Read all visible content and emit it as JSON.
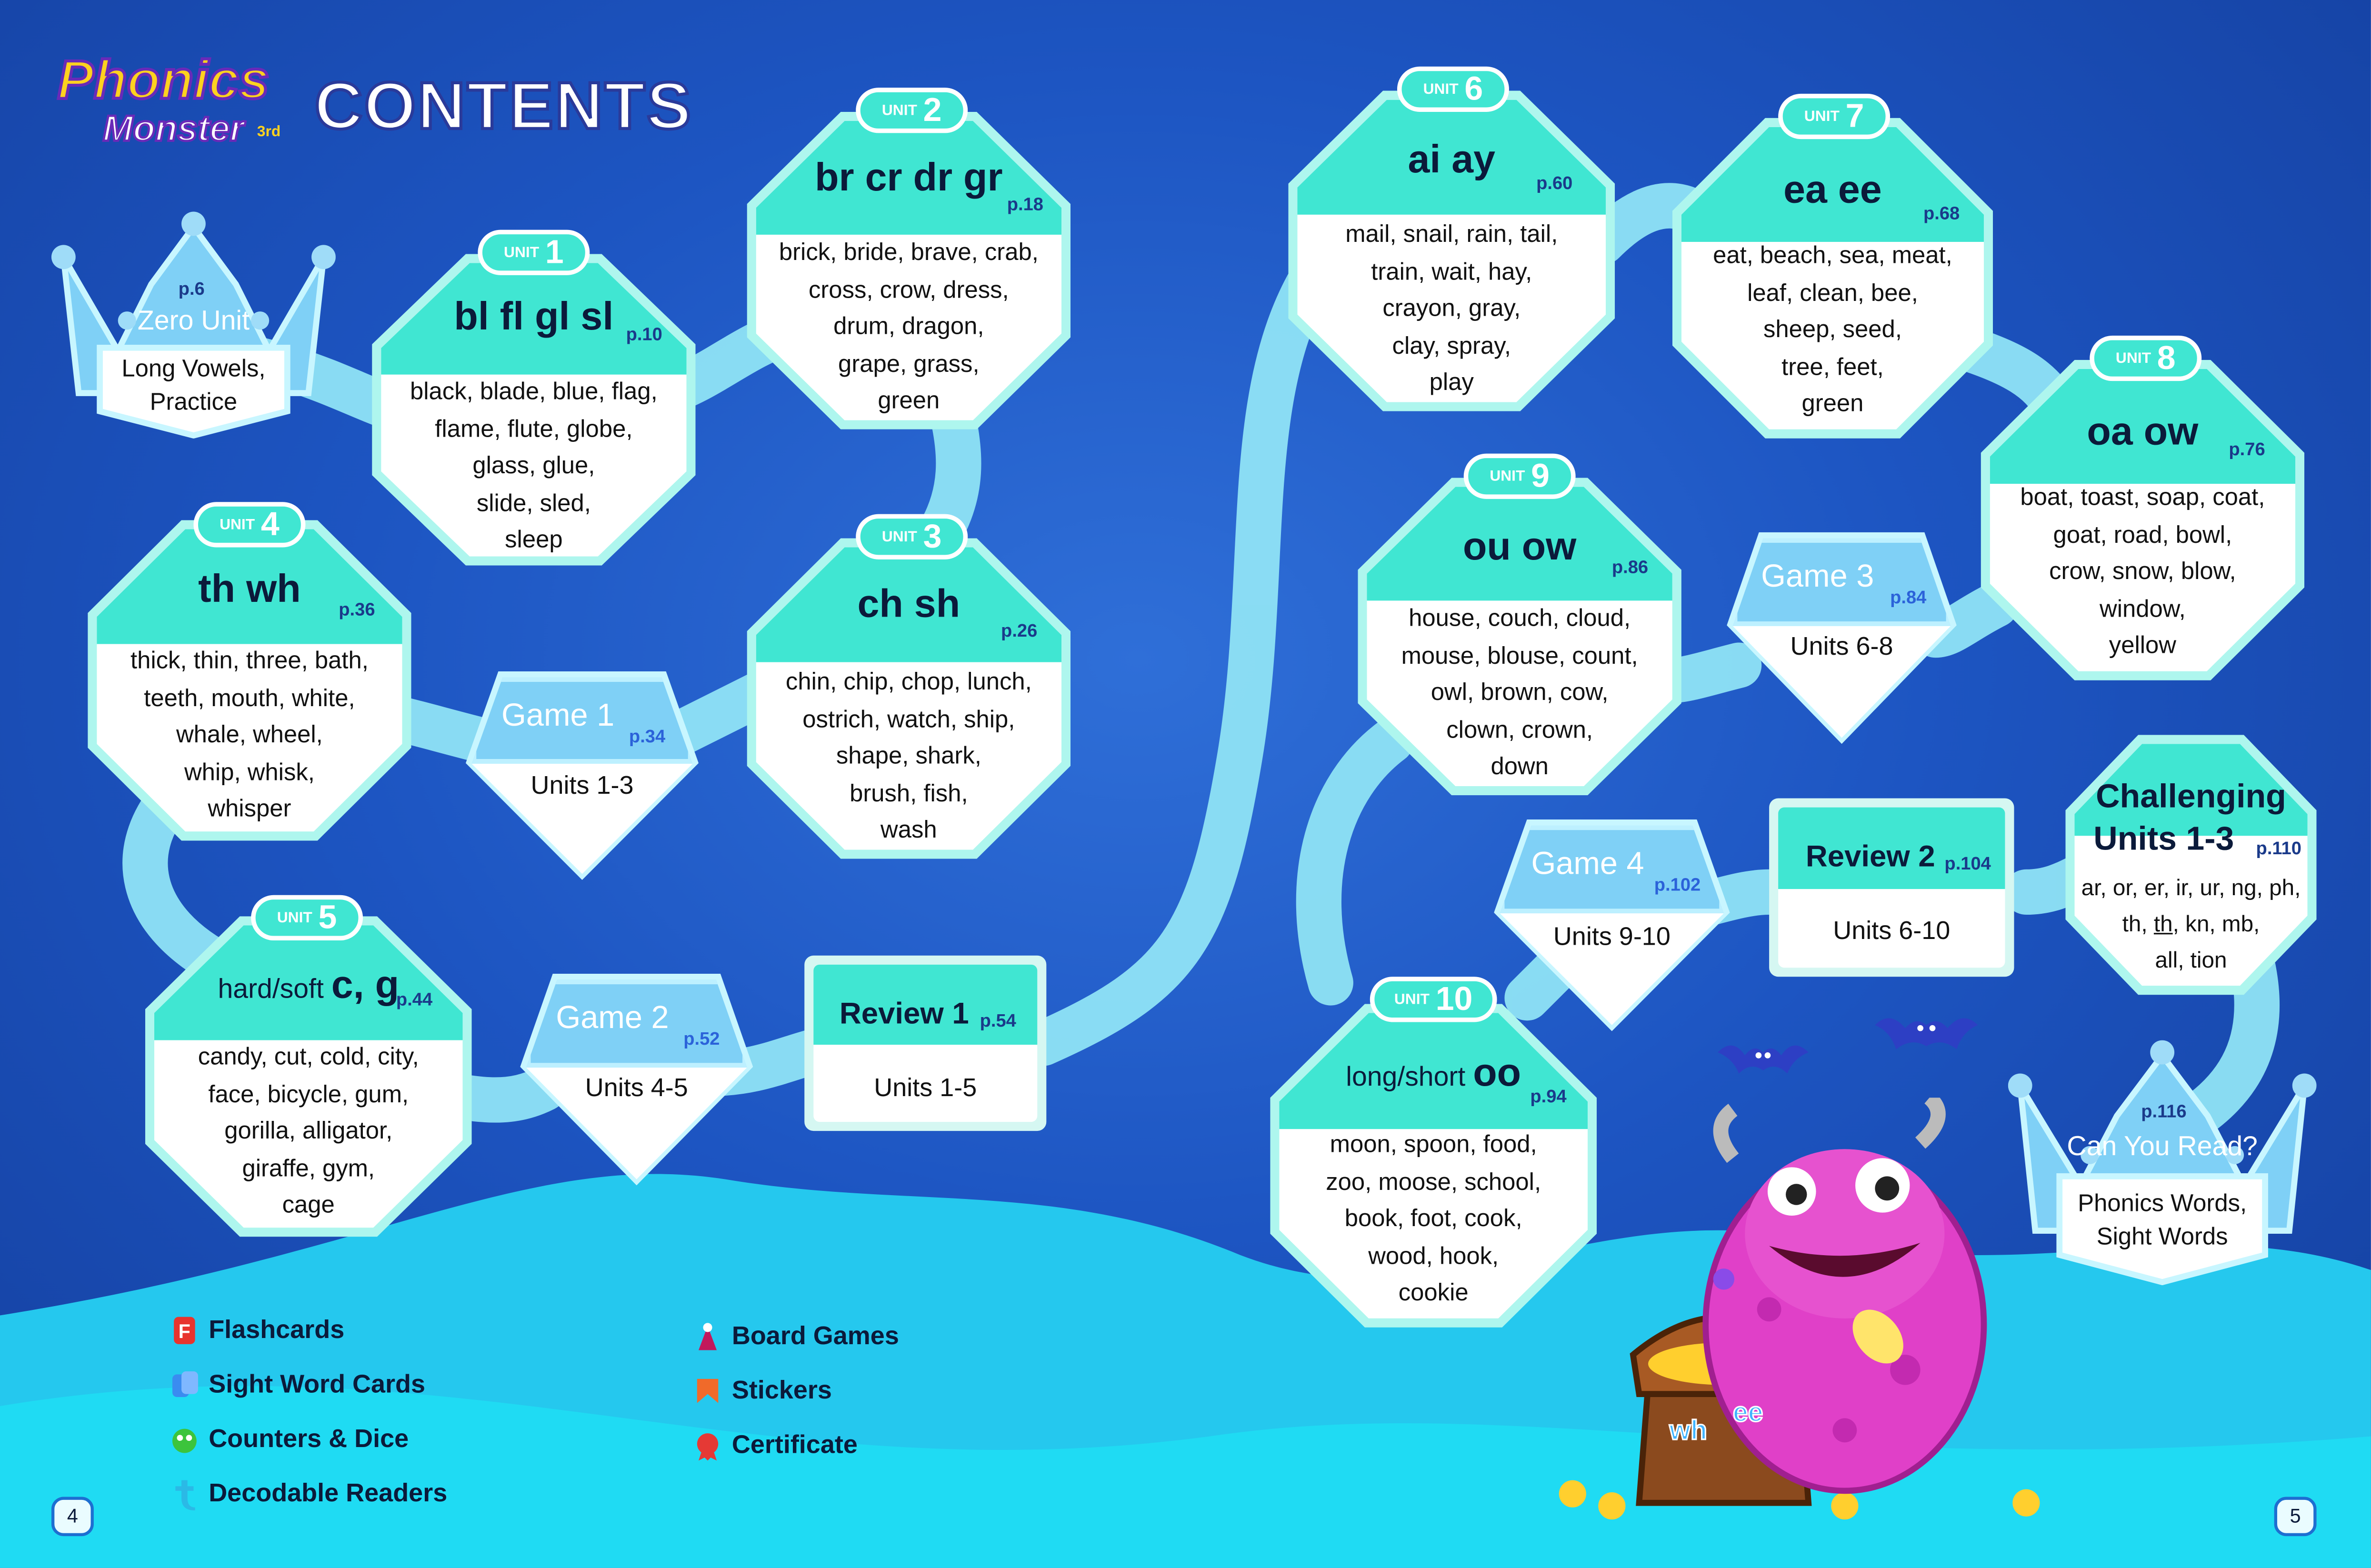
{
  "header": {
    "brand_line1": "Phonics",
    "brand_line2": "Monster",
    "edition": "3rd",
    "title": "CONTENTS"
  },
  "zero_unit": {
    "page": "p.6",
    "title": "Zero Unit",
    "line1": "Long Vowels,",
    "line2": "Practice"
  },
  "can_you_read": {
    "page": "p.116",
    "title": "Can You Read?",
    "line1": "Phonics Words,",
    "line2": "Sight Words"
  },
  "units": [
    {
      "unit_label": "UNIT",
      "number": "1",
      "title": "bl fl gl sl",
      "page": "p.10",
      "words": [
        "black, blade, blue, flag,",
        "flame, flute, globe,",
        "glass, glue,",
        "slide, sled,",
        "sleep"
      ]
    },
    {
      "unit_label": "UNIT",
      "number": "2",
      "title": "br cr dr gr",
      "page": "p.18",
      "words": [
        "brick, bride, brave, crab,",
        "cross, crow, dress,",
        "drum, dragon,",
        "grape, grass,",
        "green"
      ]
    },
    {
      "unit_label": "UNIT",
      "number": "3",
      "title": "ch sh",
      "page": "p.26",
      "words": [
        "chin, chip, chop, lunch,",
        "ostrich, watch, ship,",
        "shape, shark,",
        "brush, fish,",
        "wash"
      ]
    },
    {
      "unit_label": "UNIT",
      "number": "4",
      "title": "th wh",
      "page": "p.36",
      "words": [
        "thick, thin, three, bath,",
        "teeth, mouth, white,",
        "whale, wheel,",
        "whip, whisk,",
        "whisper"
      ]
    },
    {
      "unit_label": "UNIT",
      "number": "5",
      "title_prefix": "hard/soft",
      "title": "c, g",
      "page": "p.44",
      "words": [
        "candy, cut, cold, city,",
        "face, bicycle, gum,",
        "gorilla, alligator,",
        "giraffe, gym,",
        "cage"
      ]
    },
    {
      "unit_label": "UNIT",
      "number": "6",
      "title": "ai ay",
      "page": "p.60",
      "words": [
        "mail, snail, rain, tail,",
        "train, wait, hay,",
        "crayon, gray,",
        "clay, spray,",
        "play"
      ]
    },
    {
      "unit_label": "UNIT",
      "number": "7",
      "title": "ea ee",
      "page": "p.68",
      "words": [
        "eat, beach, sea, meat,",
        "leaf, clean, bee,",
        "sheep, seed,",
        "tree, feet,",
        "green"
      ]
    },
    {
      "unit_label": "UNIT",
      "number": "8",
      "title": "oa ow",
      "page": "p.76",
      "words": [
        "boat, toast, soap, coat,",
        "goat, road, bowl,",
        "crow, snow, blow,",
        "window,",
        "yellow"
      ]
    },
    {
      "unit_label": "UNIT",
      "number": "9",
      "title": "ou ow",
      "page": "p.86",
      "words": [
        "house, couch, cloud,",
        "mouse, blouse, count,",
        "owl, brown, cow,",
        "clown, crown,",
        "down"
      ]
    },
    {
      "unit_label": "UNIT",
      "number": "10",
      "title_prefix": "long/short",
      "title": "oo",
      "page": "p.94",
      "words": [
        "moon, spoon, food,",
        "zoo, moose, school,",
        "book, foot, cook,",
        "wood, hook,",
        "cookie"
      ]
    }
  ],
  "games": [
    {
      "title": "Game 1",
      "page": "p.34",
      "sub": "Units 1-3"
    },
    {
      "title": "Game 2",
      "page": "p.52",
      "sub": "Units 4-5"
    },
    {
      "title": "Game 3",
      "page": "p.84",
      "sub": "Units 6-8"
    },
    {
      "title": "Game 4",
      "page": "p.102",
      "sub": "Units 9-10"
    }
  ],
  "reviews": [
    {
      "title": "Review 1",
      "page": "p.54",
      "sub": "Units 1-5"
    },
    {
      "title": "Review 2",
      "page": "p.104",
      "sub": "Units 6-10"
    }
  ],
  "challenging": {
    "title_line1": "Challenging",
    "title_line2": "Units 1-3",
    "page": "p.110",
    "line1": "ar, or, er, ir, ur, ng, ph,",
    "line2_a": "th, ",
    "line2_u": "th",
    "line2_b": ", kn, mb,",
    "line3": "all, tion"
  },
  "legend_left": [
    {
      "label": "Flashcards",
      "icon": "flashcards-icon",
      "color": "#e8342e"
    },
    {
      "label": "Sight Word Cards",
      "icon": "sight-word-cards-icon",
      "color": "#3a8cf0"
    },
    {
      "label": "Counters & Dice",
      "icon": "counters-dice-icon",
      "color": "#3cc43c"
    },
    {
      "label": "Decodable Readers",
      "icon": "decodable-readers-icon",
      "color": "#2bb9e6"
    }
  ],
  "legend_right": [
    {
      "label": "Board Games",
      "icon": "board-games-icon",
      "color": "#c2185b"
    },
    {
      "label": "Stickers",
      "icon": "stickers-icon",
      "color": "#f06a2a"
    },
    {
      "label": "Certificate",
      "icon": "certificate-icon",
      "color": "#e53935"
    }
  ],
  "page_numbers": {
    "left": "4",
    "right": "5"
  },
  "illustration": {
    "chest_letters_1": "wh",
    "chest_letters_2": "ee"
  },
  "colors": {
    "accent": "#40e6d2",
    "background": "#1d55c2",
    "path": "#8fe3f5",
    "gem": "#7fd0f6"
  }
}
